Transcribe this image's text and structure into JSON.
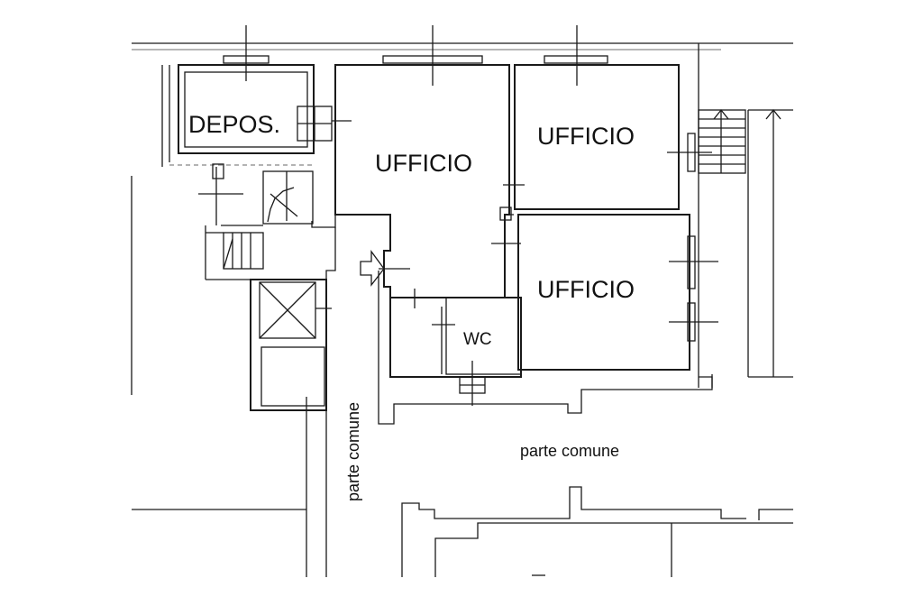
{
  "plan": {
    "rooms": {
      "depos": "DEPOS.",
      "ufficio_large": "UFFICIO",
      "ufficio_top_right": "UFFICIO",
      "ufficio_bottom_right": "UFFICIO",
      "wc": "WC"
    },
    "common_areas": {
      "corridor_vertical": "parte comune",
      "corridor_horizontal": "parte comune"
    },
    "colors": {
      "walls": "#1a1a1a",
      "background": "#ffffff"
    },
    "icons": [
      "entrance-arrow-icon",
      "elevator-shaft-icon",
      "stair-icon"
    ]
  }
}
